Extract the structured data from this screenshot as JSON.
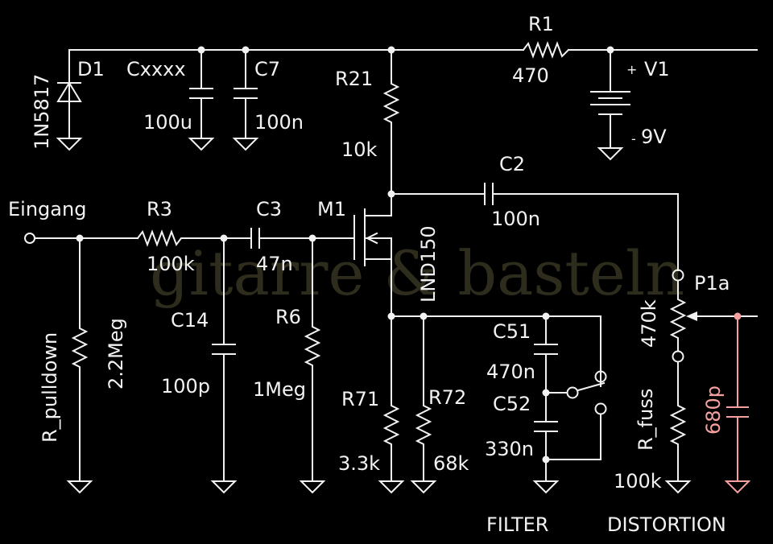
{
  "watermark": "gitarre & basteln",
  "colors": {
    "background": "#000000",
    "wire": "#f2f2f2",
    "highlight": "#f4a0a0",
    "watermark": "#2e2c1c"
  },
  "components": {
    "D1": {
      "ref": "D1",
      "value": "1N5817",
      "type": "diode"
    },
    "Cxxxx": {
      "ref": "Cxxxx",
      "value": "100u",
      "type": "capacitor"
    },
    "C7": {
      "ref": "C7",
      "value": "100n",
      "type": "capacitor"
    },
    "R21": {
      "ref": "R21",
      "value": "10k",
      "type": "resistor"
    },
    "R1": {
      "ref": "R1",
      "value": "470",
      "type": "resistor"
    },
    "V1": {
      "ref": "V1",
      "value": "9V",
      "type": "battery",
      "plus": "+",
      "minus": "-"
    },
    "C2": {
      "ref": "C2",
      "value": "100n",
      "type": "capacitor"
    },
    "R3": {
      "ref": "R3",
      "value": "100k",
      "type": "resistor"
    },
    "C3": {
      "ref": "C3",
      "value": "47n",
      "type": "capacitor"
    },
    "M1": {
      "ref": "M1",
      "value": "LND150",
      "type": "mosfet"
    },
    "R_pulldown": {
      "ref": "R_pulldown",
      "value": "2.2Meg",
      "type": "resistor"
    },
    "C14": {
      "ref": "C14",
      "value": "100p",
      "type": "capacitor"
    },
    "R6": {
      "ref": "R6",
      "value": "1Meg",
      "type": "resistor"
    },
    "R71": {
      "ref": "R71",
      "value": "3.3k",
      "type": "resistor"
    },
    "R72": {
      "ref": "R72",
      "value": "68k",
      "type": "resistor"
    },
    "C51": {
      "ref": "C51",
      "value": "470n",
      "type": "capacitor"
    },
    "C52": {
      "ref": "C52",
      "value": "330n",
      "type": "capacitor"
    },
    "P1a": {
      "ref": "P1a",
      "value": "470k",
      "type": "potentiometer"
    },
    "R_fuss": {
      "ref": "R_fuss",
      "value": "100k",
      "type": "resistor"
    },
    "C680": {
      "value": "680p",
      "type": "capacitor",
      "highlighted": true
    }
  },
  "labels": {
    "input": "Eingang",
    "filter": "FILTER",
    "distortion": "DISTORTION"
  }
}
